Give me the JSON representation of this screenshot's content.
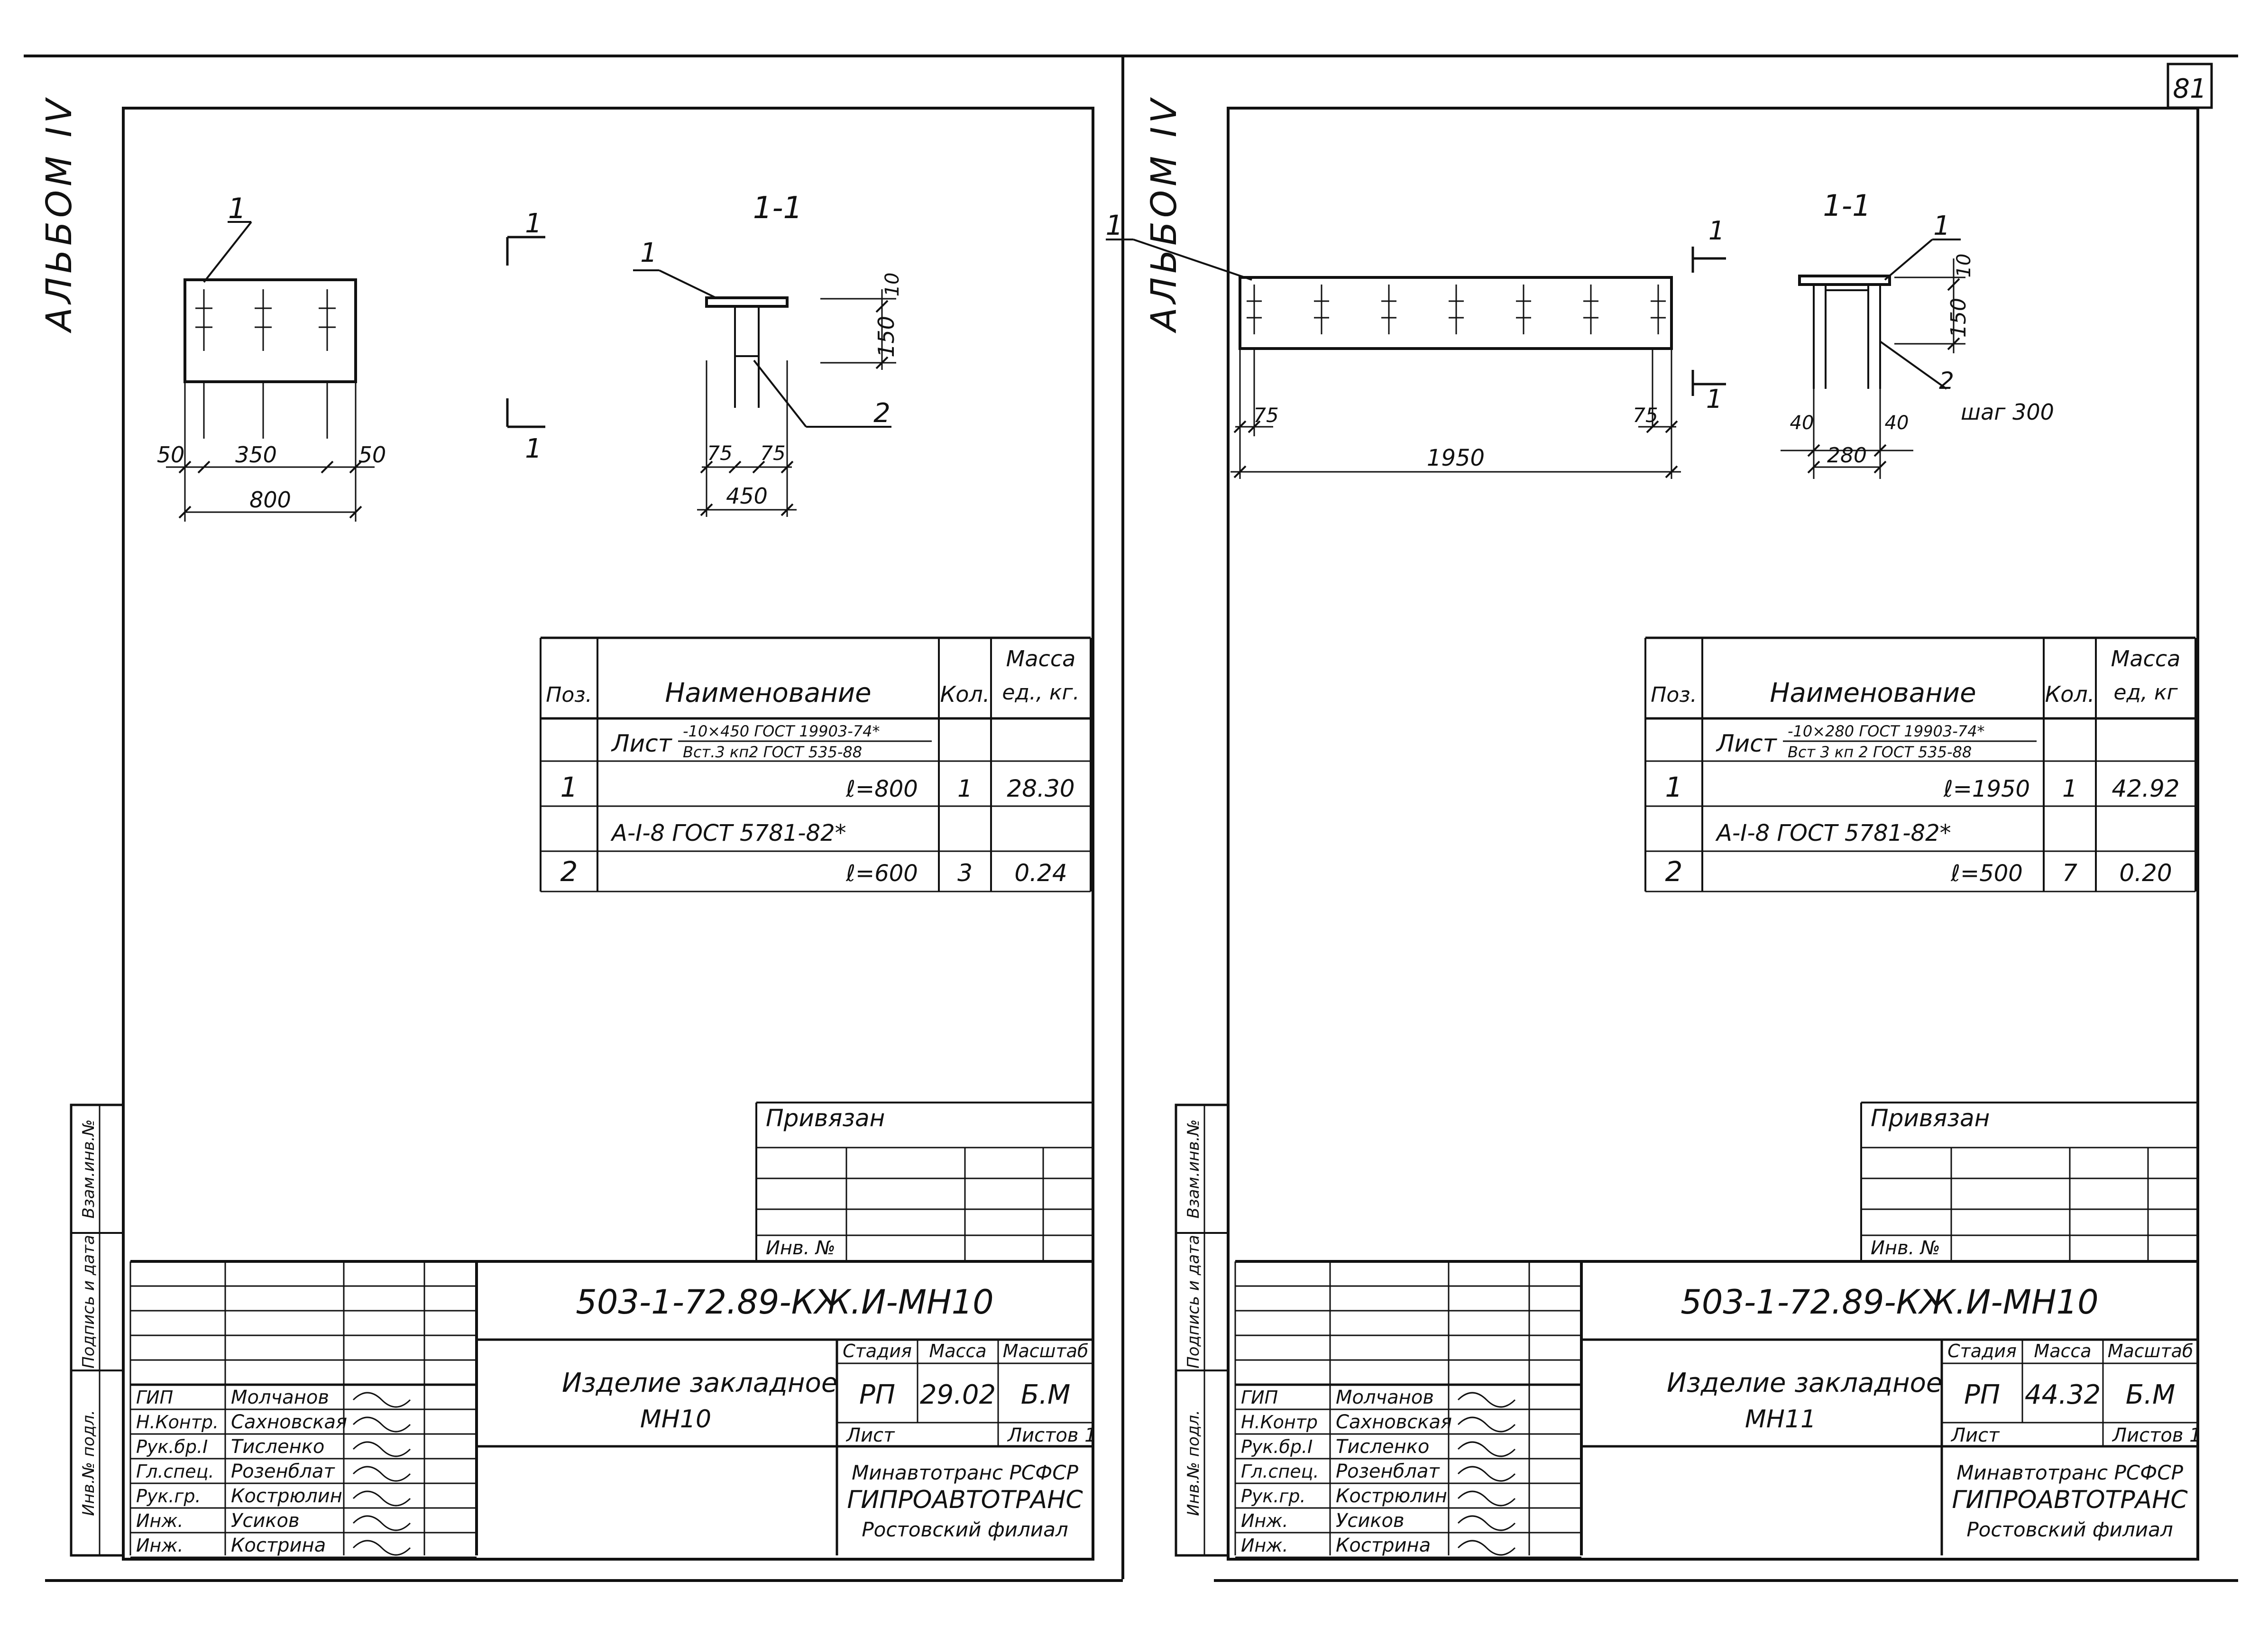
{
  "page_number": "81",
  "sheets": [
    {
      "album": "АЛЬБОМ IV",
      "drawing": {
        "section_title": "1-1",
        "section_marks": [
          "1",
          "1"
        ],
        "pos_labels": [
          "1",
          "1",
          "2"
        ],
        "plan_dims": [
          "50",
          "350",
          "50",
          "800"
        ],
        "section_dims": [
          "10",
          "150",
          "75",
          "75",
          "450"
        ]
      },
      "spec": {
        "headers": [
          "Поз.",
          "Наименование",
          "Кол.",
          "Масса ед., кг."
        ],
        "material_name": "Лист",
        "material_num": "-10×450 ГОСТ 19903-74*",
        "material_den": "Вст.3 кп2 ГОСТ 535-88",
        "rows": [
          {
            "pos": "1",
            "name": "ℓ=800",
            "qty": "1",
            "mass": "28.30"
          },
          {
            "pos": "",
            "name": "А-I-8  ГОСТ 5781-82*",
            "qty": "",
            "mass": ""
          },
          {
            "pos": "2",
            "name": "ℓ=600",
            "qty": "3",
            "mass": "0.24"
          }
        ]
      },
      "privyazan": "Привязан",
      "inv_no": "Инв. №",
      "side_labels": [
        "Инв.№ подл.",
        "Подпись и дата",
        "Взам.инв.№"
      ],
      "code": "503-1-72.89-КЖ.И-МН10",
      "product": [
        "Изделие закладное",
        "МН10"
      ],
      "stage_headers": [
        "Стадия",
        "Масса",
        "Масштаб"
      ],
      "stage_values": [
        "РП",
        "29.02",
        "Б.М"
      ],
      "sheet_label": "Лист",
      "sheets_label": "Листов 1",
      "org": [
        "Минавтотранс РСФСР",
        "ГИПРОАВТОТРАНС",
        "Ростовский филиал"
      ],
      "staff": [
        {
          "role": "ГИП",
          "name": "Молчанов"
        },
        {
          "role": "Н.Контр.",
          "name": "Сахновская"
        },
        {
          "role": "Рук.бр.I",
          "name": "Тисленко"
        },
        {
          "role": "Гл.спец.",
          "name": "Розенблат"
        },
        {
          "role": "Рук.гр.",
          "name": "Кострюлин"
        },
        {
          "role": "Инж.",
          "name": "Усиков"
        },
        {
          "role": "Инж.",
          "name": "Кострина"
        }
      ]
    },
    {
      "album": "АЛЬБОМ IV",
      "drawing": {
        "section_title": "1-1",
        "section_marks": [
          "1",
          "1"
        ],
        "pos_labels": [
          "1",
          "1",
          "2"
        ],
        "step_label": "шаг 300",
        "plan_dims": [
          "75",
          "75",
          "1950"
        ],
        "section_dims": [
          "10",
          "150",
          "40",
          "40",
          "280"
        ]
      },
      "spec": {
        "headers": [
          "Поз.",
          "Наименование",
          "Кол.",
          "Масса ед, кг"
        ],
        "material_name": "Лист",
        "material_num": "-10×280 ГОСТ 19903-74*",
        "material_den": "Вст 3 кп 2 ГОСТ 535-88",
        "rows": [
          {
            "pos": "1",
            "name": "ℓ=1950",
            "qty": "1",
            "mass": "42.92"
          },
          {
            "pos": "",
            "name": "А-I-8  ГОСТ 5781-82*",
            "qty": "",
            "mass": ""
          },
          {
            "pos": "2",
            "name": "ℓ=500",
            "qty": "7",
            "mass": "0.20"
          }
        ]
      },
      "privyazan": "Привязан",
      "inv_no": "Инв. №",
      "side_labels": [
        "Инв.№ подл.",
        "Подпись и дата",
        "Взам.инв.№"
      ],
      "code": "503-1-72.89-КЖ.И-МН10",
      "product": [
        "Изделие закладное",
        "МН11"
      ],
      "stage_headers": [
        "Стадия",
        "Масса",
        "Масштаб"
      ],
      "stage_values": [
        "РП",
        "44.32",
        "Б.М"
      ],
      "sheet_label": "Лист",
      "sheets_label": "Листов 1",
      "org": [
        "Минавтотранс РСФСР",
        "ГИПРОАВТОТРАНС",
        "Ростовский филиал"
      ],
      "staff": [
        {
          "role": "ГИП",
          "name": "Молчанов"
        },
        {
          "role": "Н.Контр",
          "name": "Сахновская"
        },
        {
          "role": "Рук.бр.I",
          "name": "Тисленко"
        },
        {
          "role": "Гл.спец.",
          "name": "Розенблат"
        },
        {
          "role": "Рук.гр.",
          "name": "Кострюлин"
        },
        {
          "role": "Инж.",
          "name": "Усиков"
        },
        {
          "role": "Инж.",
          "name": "Кострина"
        }
      ]
    }
  ]
}
